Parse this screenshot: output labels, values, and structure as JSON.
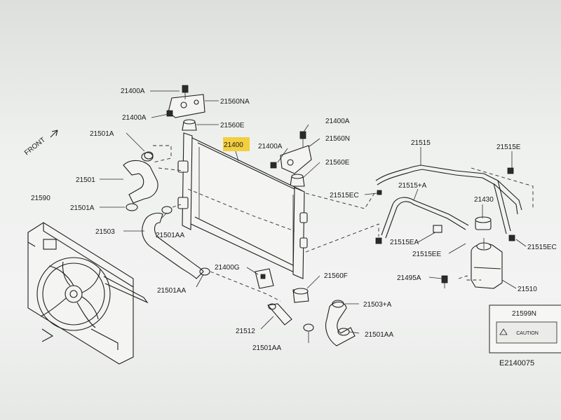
{
  "diagram": {
    "front_label": "FRONT",
    "code": "E2140075",
    "caution_text": "CAUTION",
    "highlighted_part": "21400",
    "callouts": {
      "p21400A_1": "21400A",
      "p21560NA": "21560NA",
      "p21400A_2": "21400A",
      "p21560E_1": "21560E",
      "p21400A_3": "21400A",
      "p21560N": "21560N",
      "p21501A_1": "21501A",
      "p21400": "21400",
      "p21400A_4": "21400A",
      "p21560E_2": "21560E",
      "p21501": "21501",
      "p21590": "21590",
      "p21501A_2": "21501A",
      "p21503": "21503",
      "p21501AA_1": "21501AA",
      "p21400G": "21400G",
      "p21560F": "21560F",
      "p21501AA_2": "21501AA",
      "p21503A": "21503+A",
      "p21512": "21512",
      "p21501AA_3": "21501AA",
      "p21501AA_4": "21501AA",
      "p21515": "21515",
      "p21515E": "21515E",
      "p21515A": "21515+A",
      "p21515EC_1": "21515EC",
      "p21430": "21430",
      "p21515EA": "21515EA",
      "p21515EE": "21515EE",
      "p21515EC_2": "21515EC",
      "p21495A": "21495A",
      "p21510": "21510",
      "p21599N": "21599N"
    }
  }
}
